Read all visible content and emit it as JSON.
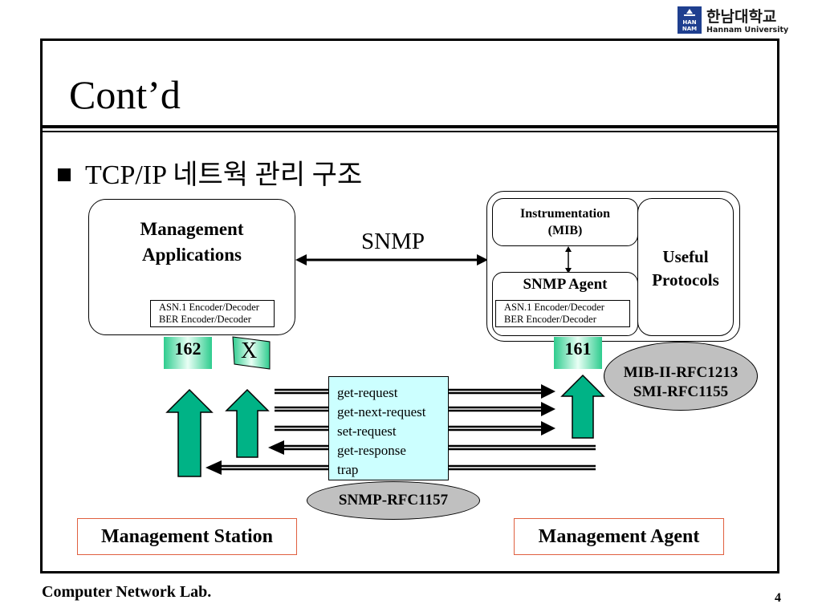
{
  "logo": {
    "korean": "한남대학교",
    "english": "Hannam University",
    "badge_line1": "HAN",
    "badge_line2": "NAM"
  },
  "title": "Cont’d",
  "bullet": "TCP/IP 네트웍 관리 구조",
  "manager": {
    "title_line1": "Management",
    "title_line2": "Applications",
    "enc_line1": "ASN.1 Encoder/Decoder",
    "enc_line2": "BER Encoder/Decoder",
    "port": "162",
    "blocked_mark": "X"
  },
  "link_label": "SNMP",
  "agent": {
    "instr_line1": "Instrumentation",
    "instr_line2": "(MIB)",
    "snmp_agent": "SNMP Agent",
    "enc_line1": "ASN.1 Encoder/Decoder",
    "enc_line2": "BER Encoder/Decoder",
    "useful_line1": "Useful",
    "useful_line2": "Protocols",
    "port": "161"
  },
  "mib_rfc": {
    "line1": "MIB-II-RFC1213",
    "line2": "SMI-RFC1155"
  },
  "operations": [
    "get-request",
    "get-next-request",
    "set-request",
    "get-response",
    "trap"
  ],
  "snmp_rfc": "SNMP-RFC1157",
  "station_label": "Management Station",
  "agent_label": "Management Agent",
  "footer": {
    "lab": "Computer Network Lab.",
    "page": "4"
  }
}
